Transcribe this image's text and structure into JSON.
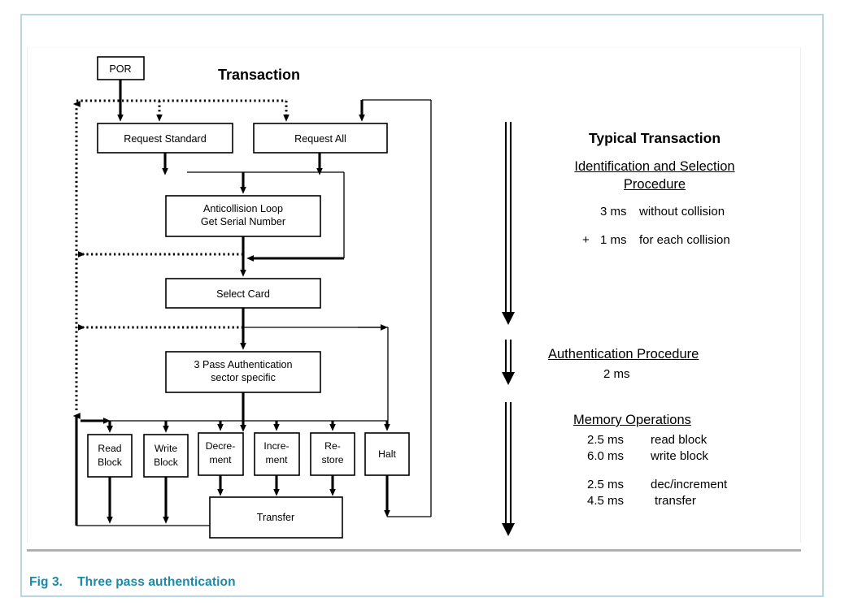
{
  "figure": {
    "caption_number": "Fig 3.",
    "caption_text": "Three pass authentication",
    "caption_color": "#1b8aa8",
    "frame_color": "#b9d7e2"
  },
  "flowchart": {
    "title": "Transaction",
    "nodes": {
      "por": "POR",
      "request_standard": "Request Standard",
      "request_all": "Request All",
      "anticollision_line1": "Anticollision Loop",
      "anticollision_line2": "Get Serial Number",
      "select_card": "Select Card",
      "auth_line1": "3 Pass Authentication",
      "auth_line2": "sector specific",
      "read_block_line1": "Read",
      "read_block_line2": "Block",
      "write_block_line1": "Write",
      "write_block_line2": "Block",
      "decrement_line1": "Decre-",
      "decrement_line2": "ment",
      "increment_line1": "Incre-",
      "increment_line2": "ment",
      "restore_line1": "Re-",
      "restore_line2": "store",
      "halt": "Halt",
      "transfer": "Transfer"
    }
  },
  "annotations": {
    "heading": "Typical Transaction",
    "sections": [
      {
        "title_line1": "Identification and Selection",
        "title_line2": "Procedure",
        "rows": [
          {
            "prefix": "",
            "value": "3 ms",
            "desc": "without collision"
          },
          {
            "prefix": "+",
            "value": "1 ms",
            "desc": "for each collision"
          }
        ]
      },
      {
        "title_line1": "Authentication Procedure",
        "title_line2": "",
        "rows": [
          {
            "prefix": "",
            "value": "2 ms",
            "desc": ""
          }
        ]
      },
      {
        "title_line1": "Memory Operations",
        "title_line2": "",
        "rows": [
          {
            "prefix": "",
            "value": "2.5 ms",
            "desc": "read block"
          },
          {
            "prefix": "",
            "value": "6.0 ms",
            "desc": "write block"
          },
          {
            "prefix": "",
            "value": "2.5 ms",
            "desc": "dec/increment"
          },
          {
            "prefix": "",
            "value": "4.5 ms",
            "desc": "transfer"
          }
        ]
      }
    ]
  }
}
